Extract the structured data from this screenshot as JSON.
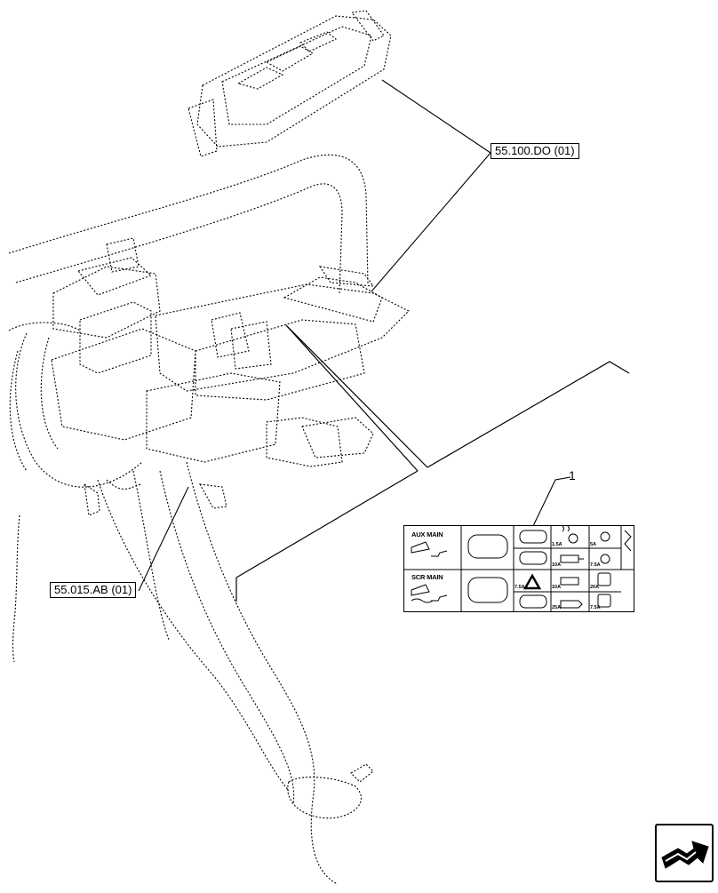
{
  "callouts": {
    "top_ref": "55.100.DO (01)",
    "bottom_ref": "55.015.AB (01)",
    "item_number": "1"
  },
  "decal": {
    "row1_label": "AUX MAIN",
    "row2_label": "SCR MAIN",
    "fuse_ratings": [
      "1.5A",
      "5A",
      "10A",
      "7.5A",
      "7.5A",
      "10A",
      "20A",
      "25A",
      "7.5A"
    ]
  },
  "icons": [
    "navigation-arrow-icon",
    "engine-preheat-icon",
    "filter-icon",
    "warning-triangle-icon",
    "pump-icon"
  ]
}
